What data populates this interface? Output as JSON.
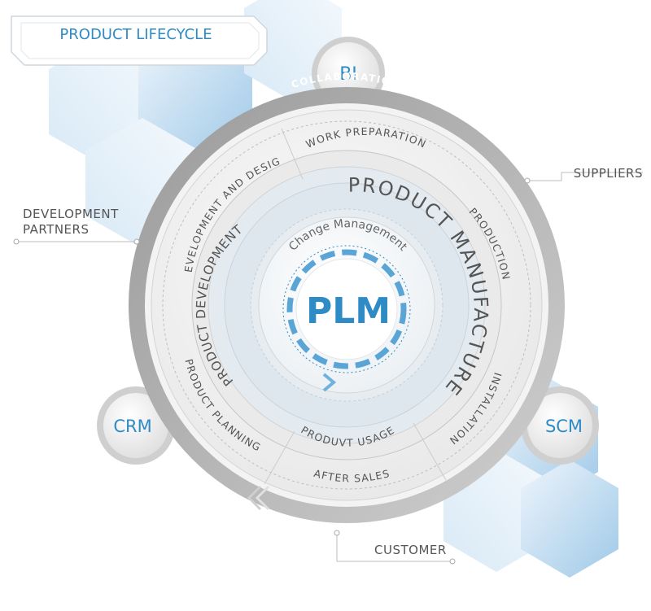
{
  "header": {
    "title": "PRODUCT LIFECYCLE"
  },
  "satellites": {
    "bi": "BI",
    "crm": "CRM",
    "scm": "SCM"
  },
  "outer_ring": {
    "label": "COLLABORATION"
  },
  "external": {
    "suppliers": "SUPPLIERS",
    "development_partners_line1": "DEVELOPMENT",
    "development_partners_line2": "PARTNERS",
    "customer": "CUSTOMER"
  },
  "phases": {
    "work_preparation": "WORK PREPARATION",
    "production": "PRODUCTION",
    "installation": "INSTALLATION",
    "after_sales": "AFTER SALES",
    "product_planning": "PRODUCT PLANNING",
    "development_and_design": "DEVELOPMENT AND DESIGN"
  },
  "main": {
    "product_manufacture": "PRODUCT MANUFACTURE",
    "product_development": "PRODUCT DEVELOPMENT",
    "product_usage": "PRODUVT USAGE"
  },
  "core": {
    "change_management": "Change Management",
    "center": "PLM"
  },
  "colors": {
    "accent": "#2e8bc6",
    "hex_light": "#dbeaf6",
    "hex_mid": "#a9cfea",
    "ring_dark": "#8c8c8c",
    "ring_light": "#ececec"
  }
}
